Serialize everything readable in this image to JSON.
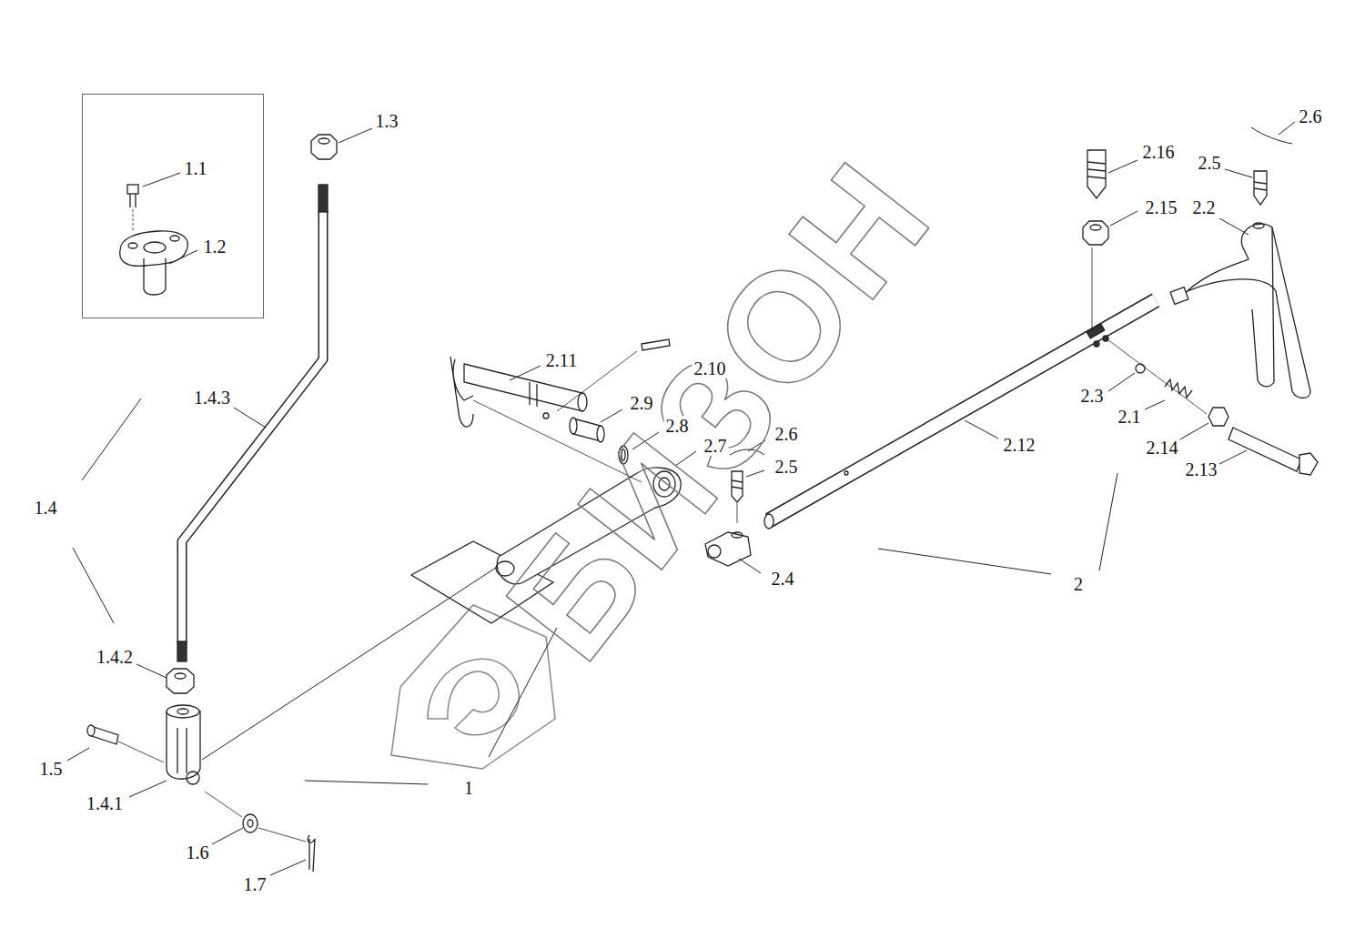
{
  "diagram": {
    "nodes": [
      {
        "text": [
          "1.1",
          "1.2"
        ]
      }
    ],
    "edges": [],
    "labels": [
      "2.6",
      "1.3",
      "2.16",
      "2.5",
      "2.15",
      "2.2",
      "2.11",
      "2.10",
      "2.3",
      "1.4.3",
      "2.9",
      "2.1",
      "2.8",
      "2.6",
      "2.7",
      "2.12",
      "2.14",
      "2.5",
      "2.13",
      "1.4",
      "2",
      "2.4",
      "1.4.2",
      "1.5",
      "1",
      "1.4.1",
      "1.6",
      "1.7",
      "БИЗОН"
    ]
  }
}
